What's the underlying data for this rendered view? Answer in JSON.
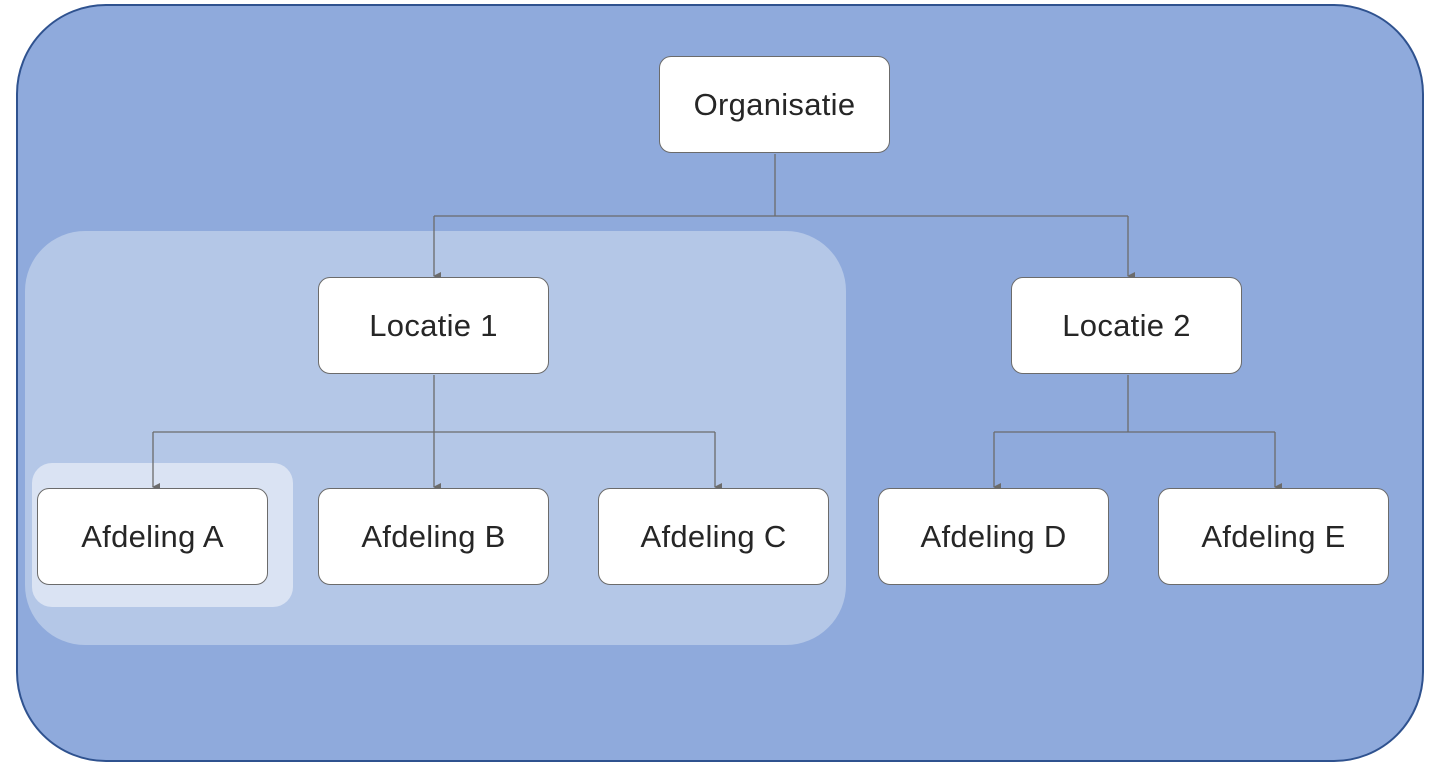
{
  "diagram": {
    "root": {
      "label": "Organisatie"
    },
    "locations": [
      {
        "label": "Locatie 1"
      },
      {
        "label": "Locatie 2"
      }
    ],
    "departments": [
      {
        "label": "Afdeling A"
      },
      {
        "label": "Afdeling B"
      },
      {
        "label": "Afdeling C"
      },
      {
        "label": "Afdeling D"
      },
      {
        "label": "Afdeling E"
      }
    ]
  },
  "colors": {
    "organization_region": "#8faadc",
    "organization_region_border": "#2f528f",
    "location_region": "#b4c7e7",
    "department_region": "#dae3f3",
    "node_fill": "#ffffff",
    "node_border": "#6b6b6b",
    "connector": "#6b6b6b",
    "text": "#262626"
  }
}
